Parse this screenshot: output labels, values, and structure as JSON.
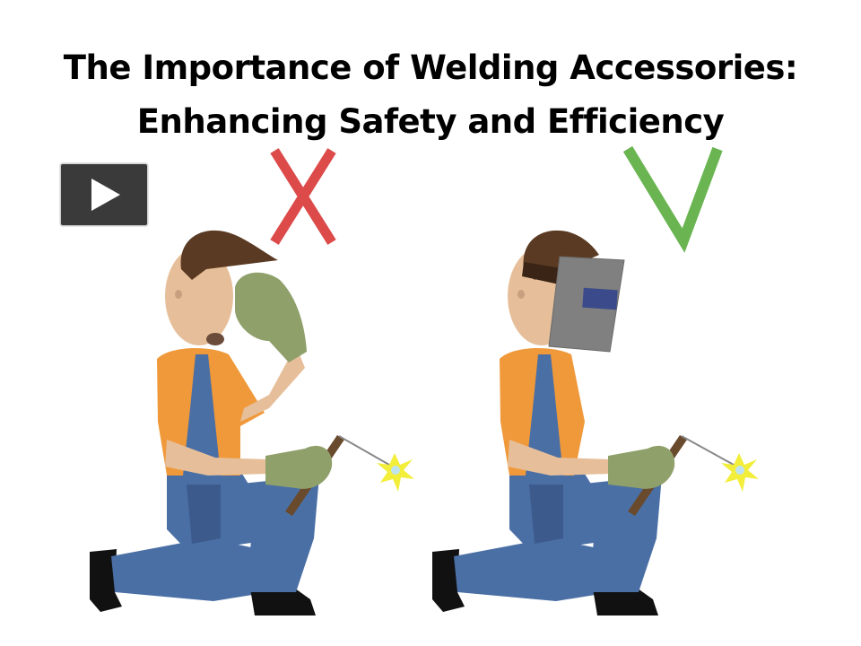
{
  "slide": {
    "title_line1": "The Importance of Welding Accessories:",
    "title_line2": "Enhancing Safety and Efficiency"
  },
  "play_button": {
    "icon": "play-icon",
    "color": "#3a3a3a"
  },
  "illustration": {
    "left_panel": {
      "marker": "X",
      "marker_color": "#dc4a4a",
      "description": "Welder without protective mask, shielding eyes with gloved hand"
    },
    "right_panel": {
      "marker": "V",
      "marker_color": "#6ab552",
      "description": "Welder wearing welding helmet"
    },
    "colors": {
      "shirt": "#f0993a",
      "overalls": "#4a6fa5",
      "overalls_dark": "#3c5a8c",
      "skin": "#e6bf9a",
      "hair": "#5a3a22",
      "glove": "#8fa06a",
      "helmet": "#808080",
      "helmet_lens": "#3b4a8a",
      "spark": "#f2ee3a",
      "boot": "#111111"
    }
  }
}
